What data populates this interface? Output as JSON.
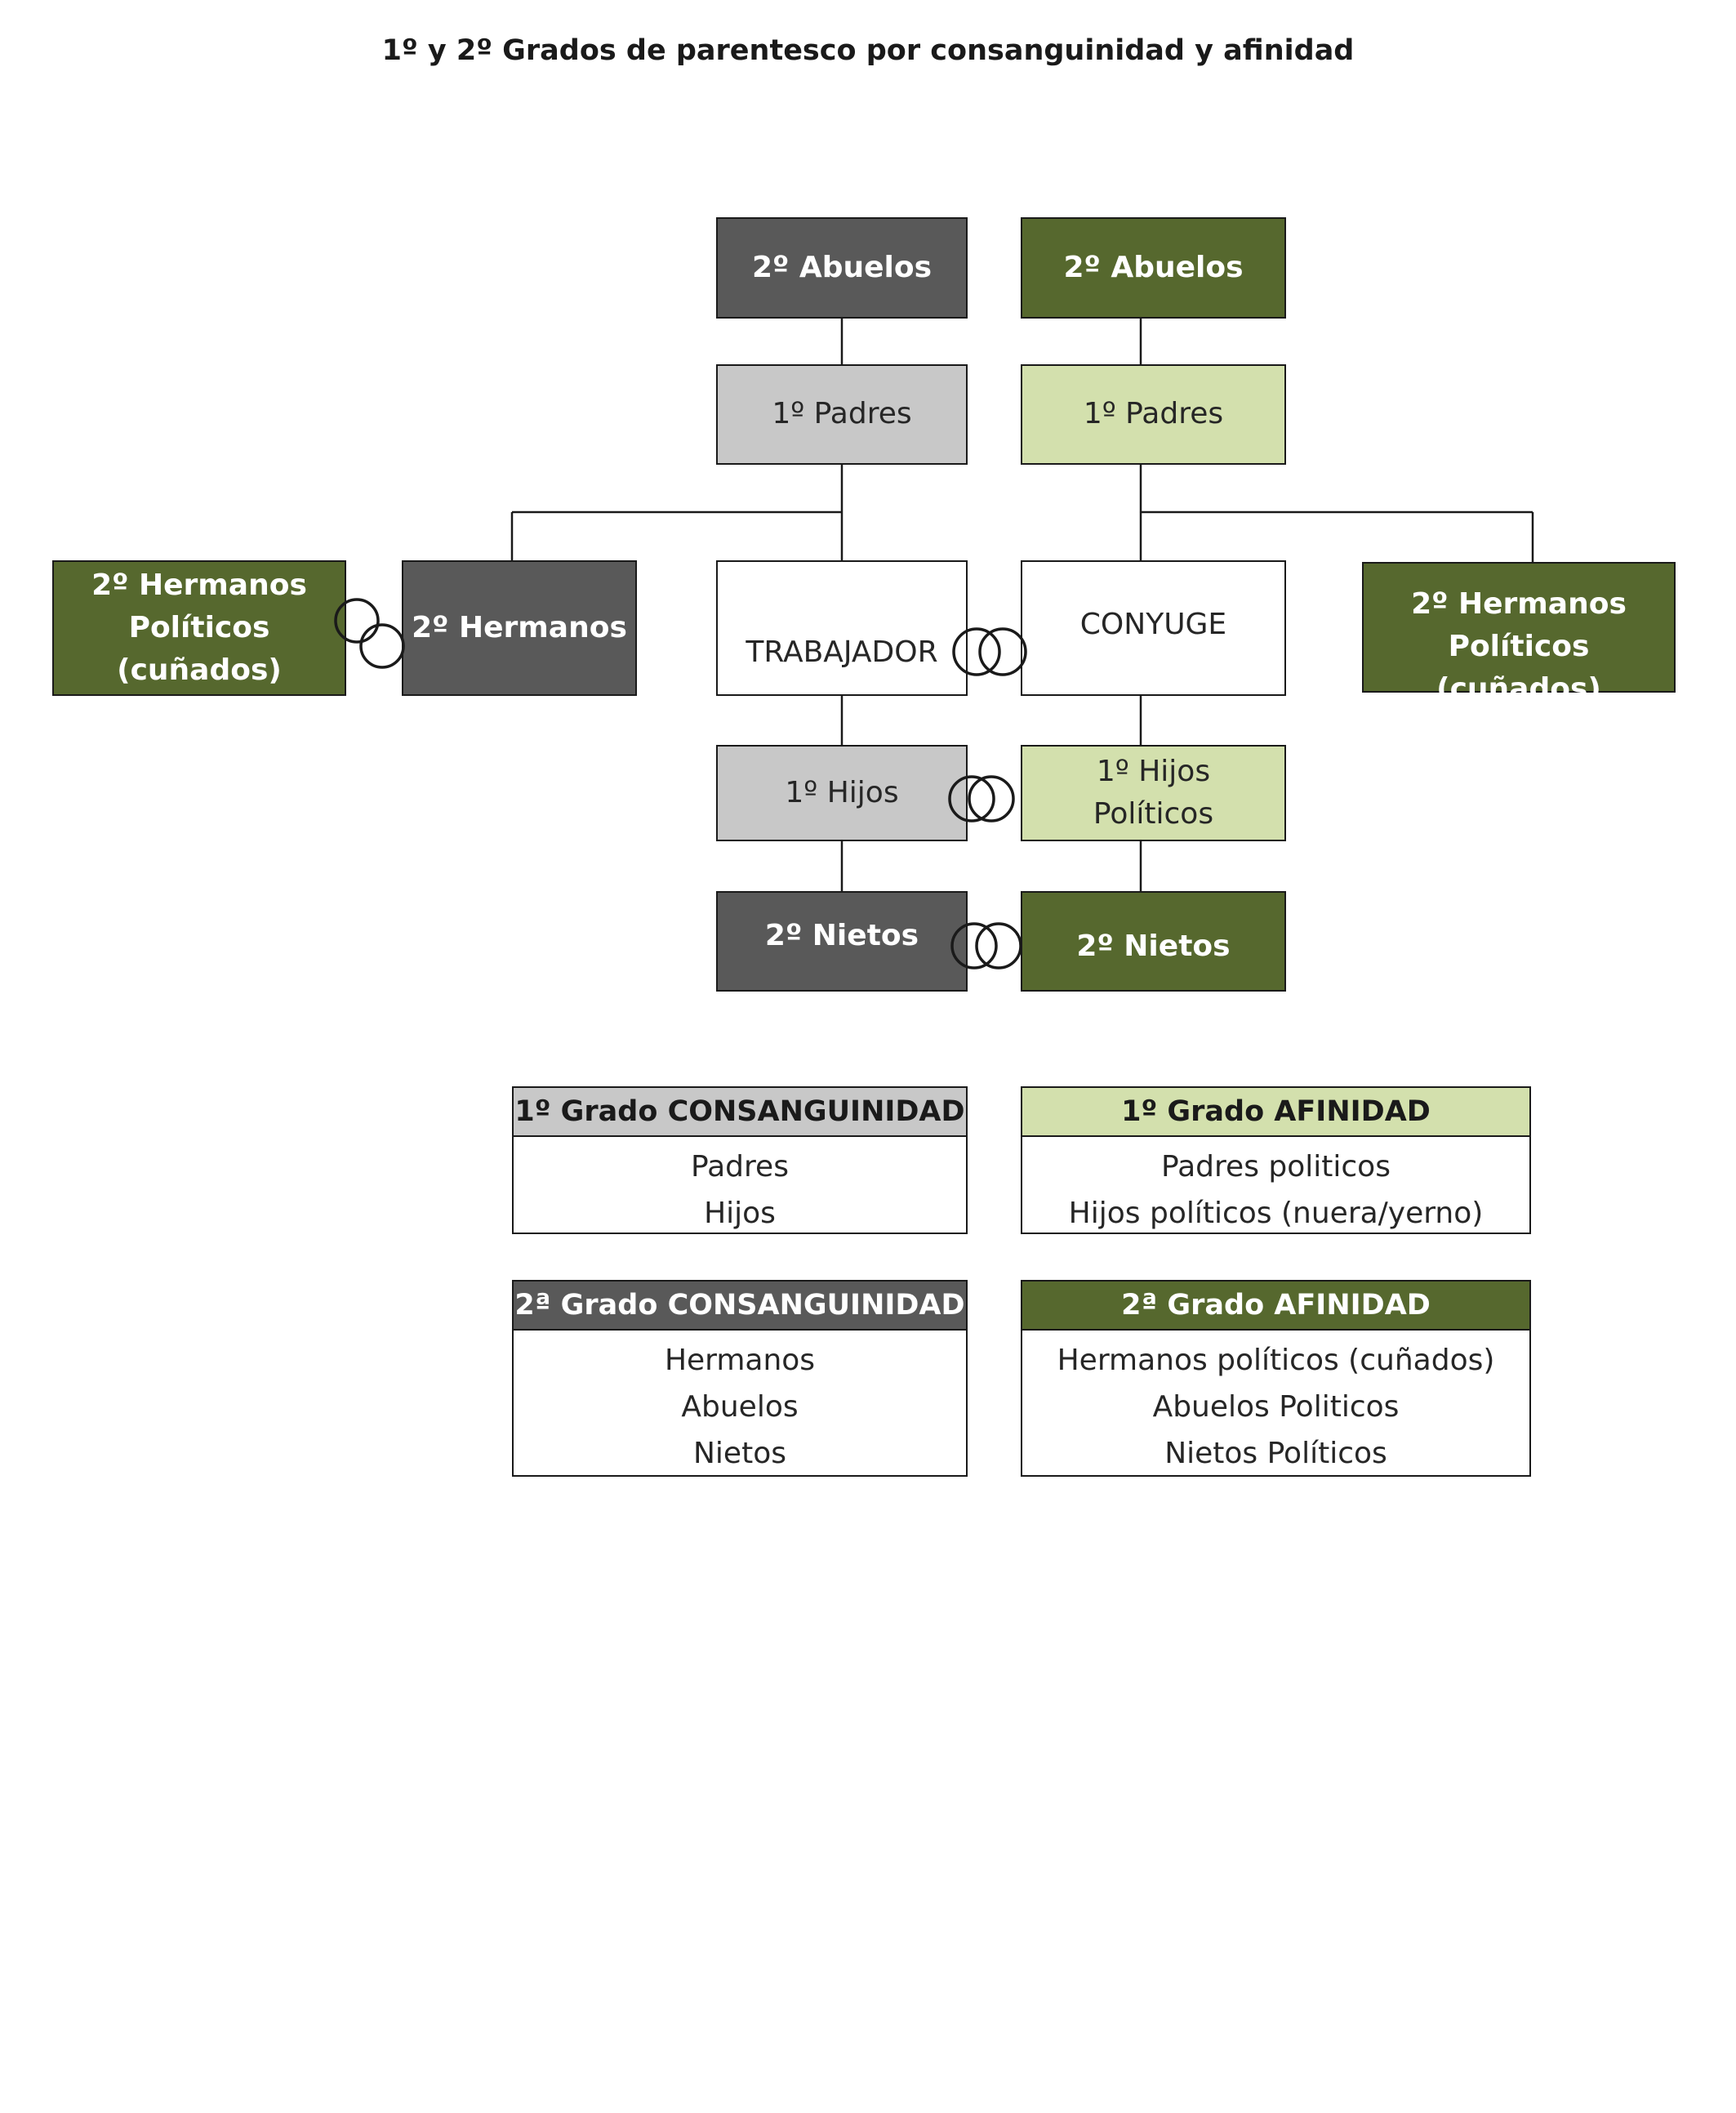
{
  "title": "1º y 2º Grados de parentesco por consanguinidad y afinidad",
  "diagram": {
    "abuelos_consanguinidad": "2º Abuelos",
    "abuelos_afinidad": "2º Abuelos",
    "padres_consanguinidad": "1º Padres",
    "padres_afinidad": "1º Padres",
    "hermanos_politicos_left": [
      "2º Hermanos",
      "Políticos",
      "(cuñados)"
    ],
    "hermanos": "2º Hermanos",
    "trabajador": "TRABAJADOR",
    "conyuge": "CONYUGE",
    "hermanos_politicos_right": [
      "2º Hermanos",
      "Políticos (cuñados)"
    ],
    "hijos_consanguinidad": "1º Hijos",
    "hijos_afinidad": [
      "1º Hijos",
      "Políticos"
    ],
    "nietos_consanguinidad": "2º Nietos",
    "nietos_afinidad": "2º Nietos"
  },
  "legend": {
    "primer_grado_consanguinidad": {
      "title": "1º Grado CONSANGUINIDAD",
      "items": [
        "Padres",
        "Hijos"
      ]
    },
    "primer_grado_afinidad": {
      "title": "1º Grado AFINIDAD",
      "items": [
        "Padres politicos",
        "Hijos políticos (nuera/yerno)"
      ]
    },
    "segundo_grado_consanguinidad": {
      "title": "2ª Grado CONSANGUINIDAD",
      "items": [
        "Hermanos",
        "Abuelos",
        "Nietos"
      ]
    },
    "segundo_grado_afinidad": {
      "title": "2ª Grado AFINIDAD",
      "items": [
        "Hermanos políticos (cuñados)",
        "Abuelos Politicos",
        "Nietos Políticos"
      ]
    }
  },
  "colors": {
    "consanguinidad_2": "#595959",
    "consanguinidad_1": "#c8c8c8",
    "afinidad_2": "#56682e",
    "afinidad_1": "#d3e0ad",
    "border": "#1a1a1a"
  },
  "icons": {
    "marriage": "interlocked-rings-icon"
  }
}
